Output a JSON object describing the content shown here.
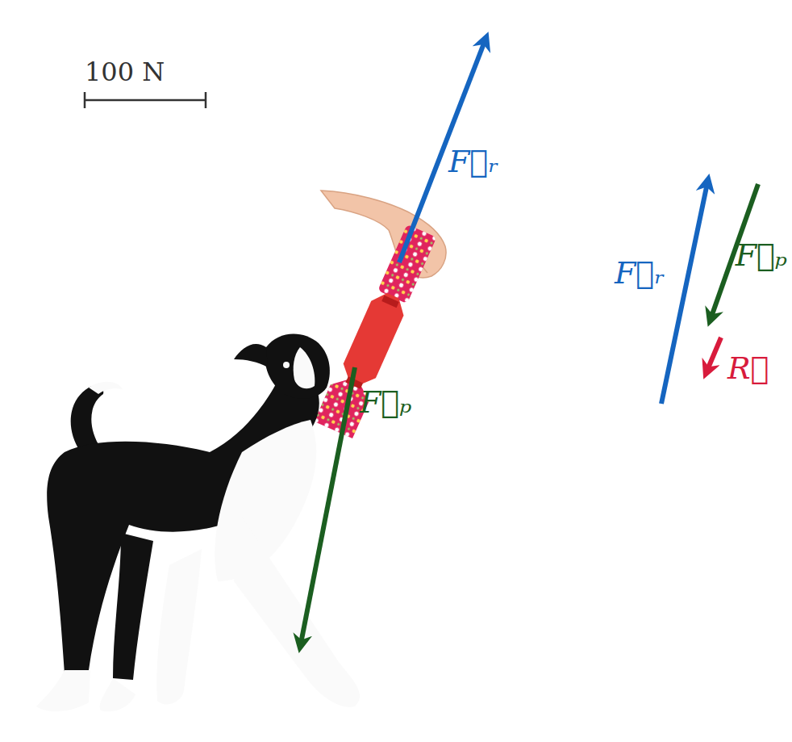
{
  "diagram": {
    "labels": [
      "100 N",
      "F⃗ᵣ",
      "F⃗ᵣ",
      "F⃗ₚ",
      "R⃗",
      "F⃗ₚ"
    ]
  }
}
